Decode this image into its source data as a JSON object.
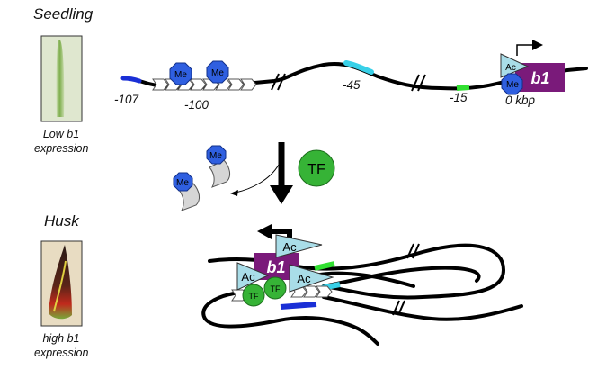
{
  "seedling": {
    "title": "Seedling",
    "expression_line1": "Low b1",
    "expression_line2": "expression"
  },
  "husk": {
    "title": "Husk",
    "expression_line1": "high b1",
    "expression_line2": "expression"
  },
  "coordinates": {
    "c107": "-107",
    "c100": "-100",
    "c45": "-45",
    "c15": "-15",
    "c0": "0 kbp"
  },
  "marks": {
    "methyl": "Me",
    "acetyl": "Ac",
    "tf": "TF",
    "gene": "b1",
    "break": "//"
  },
  "colors": {
    "methyl": "#2f5fe0",
    "acetyl": "#a9dde8",
    "tf": "#36b336",
    "gene": "#7a1a7a",
    "region_107": "#1a2fd6",
    "region_45": "#38d0e8",
    "region_15": "#32e032"
  }
}
